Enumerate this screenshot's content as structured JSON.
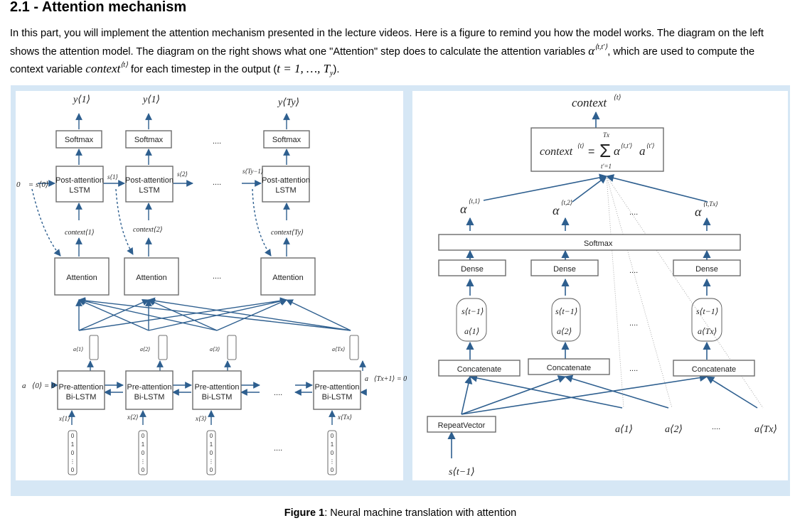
{
  "heading": "2.1 - Attention mechanism",
  "intro": {
    "p1": "In this part, you will implement the attention mechanism presented in the lecture videos. Here is a figure to remind you how the model works. The diagram on the left shows the attention model. The diagram on the right shows what one \"Attention\" step does to calculate the attention variables ",
    "alpha_sym": "α",
    "alpha_sup": "⟨t,t′⟩",
    "p2": ", which are used to compute the context variable ",
    "context_sym": "context",
    "context_sup": "⟨t⟩",
    "p3": " for each timestep in the output (",
    "range": "t = 1, …, T",
    "range_sub": "y",
    "p4": ")."
  },
  "left_diagram": {
    "y_labels": [
      "y⟨1⟩",
      "y⟨1⟩",
      "y⟨Ty⟩"
    ],
    "softmax": "Softmax",
    "post_attention": [
      "Post-attention",
      "LSTM"
    ],
    "init_state": "0⃗ = s⟨0⟩",
    "s_labels": [
      "s⟨1⟩",
      "s⟨2⟩",
      "s⟨Ty−1⟩"
    ],
    "context_labels": [
      "context⟨1⟩",
      "context⟨2⟩",
      "context⟨Ty⟩"
    ],
    "attention": "Attention",
    "dots": "....",
    "pre_attention": [
      "Pre-attention",
      "Bi-LSTM"
    ],
    "a_init": "a⃗⟨0⟩ = 0⃗",
    "a_end": "a⃖⟨Tx+1⟩ = 0⃗",
    "x_labels": [
      "x⟨1⟩",
      "x⟨2⟩",
      "x⟨3⟩",
      "x⟨Tx⟩"
    ],
    "onehot_vectors": [
      [
        "0",
        "1",
        "0",
        "⋮",
        "0"
      ],
      [
        "0",
        "1",
        "0",
        "⋮",
        "0"
      ],
      [
        "0",
        "1",
        "0",
        "⋮",
        "0"
      ],
      [
        "0",
        "1",
        "0",
        "⋮",
        "0"
      ]
    ],
    "a_labels": [
      "a⟨1⟩",
      "a⟨2⟩",
      "a⟨3⟩",
      "a⟨Tx⟩"
    ]
  },
  "right_diagram": {
    "context_top": "context",
    "context_sup": "⟨t⟩",
    "formula_lhs": "context",
    "formula_sup": "⟨t⟩",
    "formula_eq": "=",
    "formula_sum": "Σ",
    "sum_top": "Tx",
    "sum_bottom": "t′=1",
    "formula_term": "α",
    "formula_term_sup": "⟨t,t′⟩",
    "formula_a": "a",
    "formula_a_sup": "⟨t′⟩",
    "alphas": [
      "⟨t,1⟩",
      "⟨t,2⟩",
      "⟨t,Tx⟩"
    ],
    "alpha_sym": "α",
    "softmax": "Softmax",
    "dense": "Dense",
    "s_prev": "s⟨t−1⟩",
    "a_vec": [
      "a⟨1⟩",
      "a⟨2⟩",
      "a⟨Tx⟩"
    ],
    "concatenate": "Concatenate",
    "repeat_vector": "RepeatVector",
    "s_input": "s⟨t−1⟩",
    "a_inputs": [
      "a⟨1⟩",
      "a⟨2⟩",
      "a⟨Tx⟩"
    ],
    "dots": "...."
  },
  "caption": {
    "label": "Figure 1",
    "text": ": Neural machine translation with attention"
  },
  "colors": {
    "arrow": "#2e5f8f",
    "box_border": "#6b6b6b",
    "figure_bg": "#d6e7f5"
  }
}
